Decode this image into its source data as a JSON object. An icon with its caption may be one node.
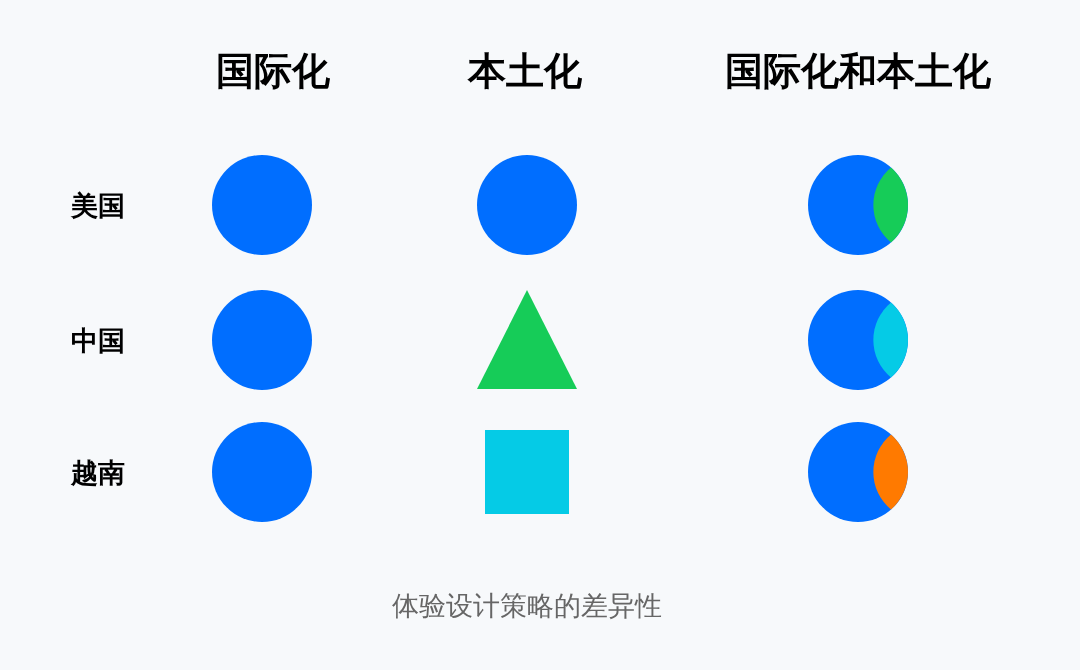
{
  "diagram": {
    "caption": "体验设计策略的差异性",
    "nodes": [
      {
        "text": [],
        "shape": "circle"
      },
      {
        "text": [],
        "shape": "circle"
      },
      {
        "text": [],
        "shape": "circle"
      },
      {
        "text": [],
        "shape": "circle"
      },
      {
        "text": [],
        "shape": "triangle"
      },
      {
        "text": [],
        "shape": "circle"
      },
      {
        "text": [],
        "shape": "circle"
      },
      {
        "text": [],
        "shape": "box"
      },
      {
        "text": [],
        "shape": "circle"
      }
    ],
    "labels": [
      "国际化",
      "本土化",
      "国际化和本土化",
      "美国",
      "中国",
      "越南"
    ]
  }
}
